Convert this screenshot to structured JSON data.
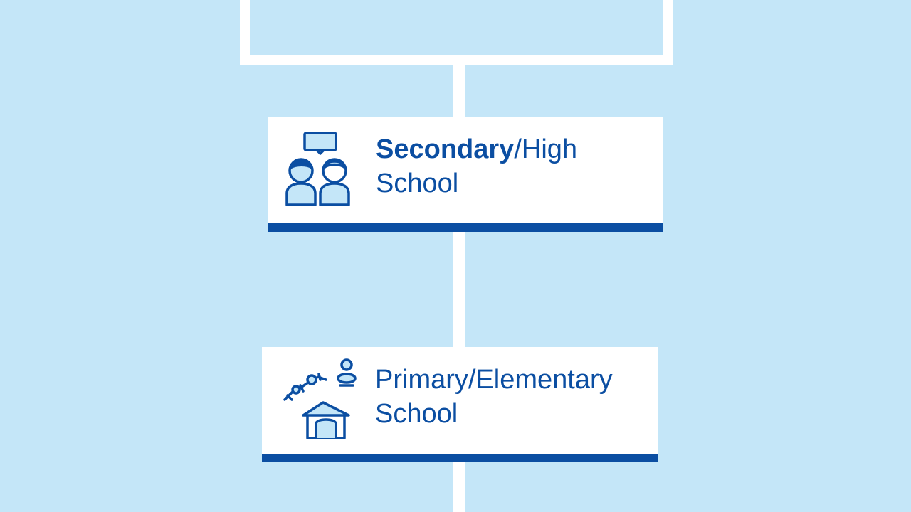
{
  "diagram": {
    "colors": {
      "background": "#c4e6f8",
      "card": "#ffffff",
      "accent": "#0b4ea2",
      "connector": "#ffffff"
    },
    "nodes": [
      {
        "id": "secondary-high-school",
        "title_bold": "Secondary",
        "title_rest": "/High",
        "title_line2": "School",
        "icon": "students-icon"
      },
      {
        "id": "primary-elementary-school",
        "title_bold": "",
        "title_rest": "Primary/Elementary",
        "title_line2": "School",
        "icon": "schoolhouse-icon"
      }
    ]
  }
}
